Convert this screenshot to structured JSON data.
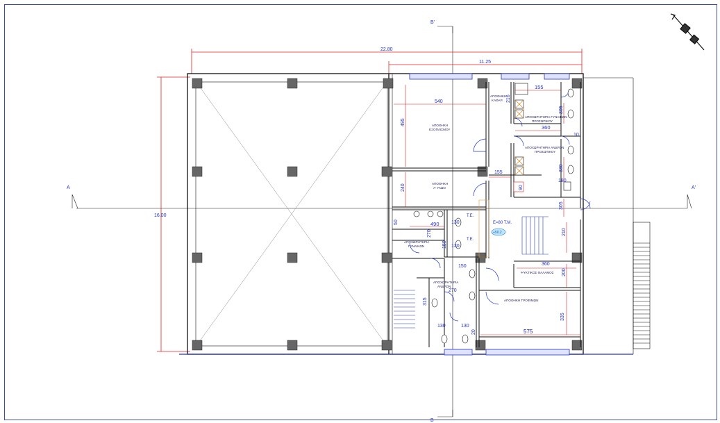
{
  "section_marks": {
    "a_left": "A",
    "a_right": "A'",
    "b_top": "B'",
    "b_bottom": "B"
  },
  "dimensions": {
    "overall_width": "22.80",
    "overall_height": "16.00",
    "right_part_width": "11.25",
    "d540": "540",
    "d495": "495",
    "d240": "240",
    "d155_top": "155",
    "d216": "216",
    "d305_top": "305",
    "d10": "10",
    "d360_top": "360",
    "d330": "330",
    "d180": "180",
    "d90": "90",
    "d155_mid": "155",
    "d305_mid": "305",
    "d50": "50",
    "d490": "490",
    "d130_a": "130",
    "d270_a": "270",
    "d150_a": "150",
    "d130_b": "130",
    "d150_b": "150",
    "d270_b": "270",
    "d315": "315",
    "d130_c": "130",
    "d130_d": "130",
    "d20": "20",
    "d210": "210",
    "d360_mid": "360",
    "d200": "200",
    "d335": "335",
    "d575": "575"
  },
  "rooms": {
    "storage_equipment": [
      "ΑΠΟΘΗΚΗ",
      "ΕΞΟΠΛΙΣΜΟΥ"
    ],
    "storage_raw": [
      "ΑΠΟΘΗΚΗ",
      "Α' ΥΛΩΝ"
    ],
    "storage_cleaning": [
      "ΑΠΟΘΗΚΗ",
      "ΚΑΘΑΡ."
    ],
    "wc_women_staff": [
      "ΑΠΟΧΩΡΗΤΗΡΙΑ ΓΥΝΑΙΚΩΝ",
      "ΠΡΟΣΩΠΙΚΟΥ"
    ],
    "wc_men_staff": [
      "ΑΠΟΧΩΡΗΤΗΡΙΑ ΑΝΔΡΩΝ",
      "ΠΡΟΣΩΠΙΚΟΥ"
    ],
    "wc_women": [
      "ΑΠΟΧΩΡΗΤΗΡΙΑ",
      "ΓΥΝΑΙΚΩΝ"
    ],
    "wc_men": [
      "ΑΠΟΧΩΡΗΤΗΡΙΑ",
      "ΑΝΔΡΩΝ"
    ],
    "cold_room": "ΨΥΚΤΙΚΟΣ ΘΑΛΑΜΟΣ",
    "food_storage": "ΑΠΟΘΗΚΗ ΤΡΟΦΙΜΩΝ",
    "te_1": "Τ.Ε.",
    "te_2": "Τ.Ε.",
    "area_label": "Ε=80 Τ.Μ.",
    "level_tag": "+50.2"
  }
}
